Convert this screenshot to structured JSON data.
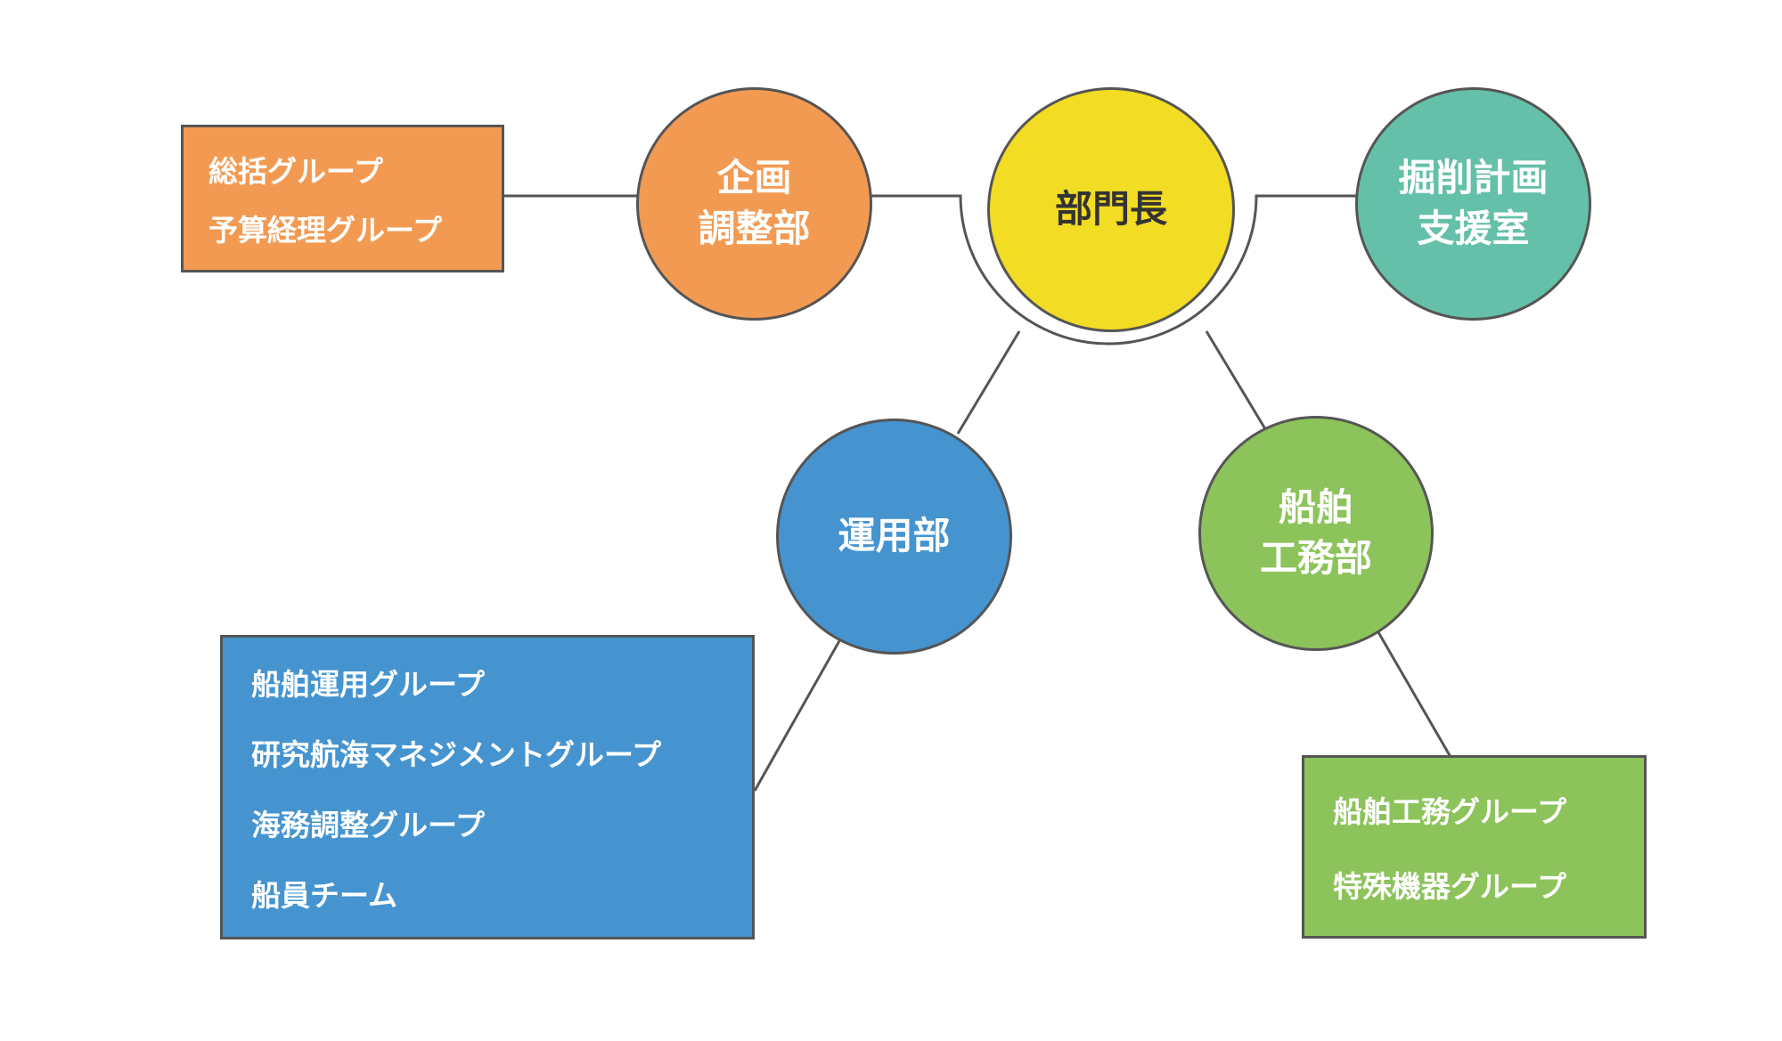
{
  "head": {
    "label": "部門長",
    "color": "#f2dc24"
  },
  "departments": {
    "planning": {
      "label": "企画\n調整部",
      "color": "#f39a52",
      "groups": [
        "総括グループ",
        "予算経理グループ"
      ]
    },
    "drilling": {
      "label": "掘削計画\n支援室",
      "color": "#64c0a8"
    },
    "operations": {
      "label": "運用部",
      "color": "#4594d0",
      "groups": [
        "船舶運用グループ",
        "研究航海マネジメントグループ",
        "海務調整グループ",
        "船員チーム"
      ]
    },
    "ship_engineering": {
      "label": "船舶\n工務部",
      "color": "#8cc35a",
      "groups": [
        "船舶工務グループ",
        "特殊機器グループ"
      ]
    }
  },
  "line_color": "#555555"
}
